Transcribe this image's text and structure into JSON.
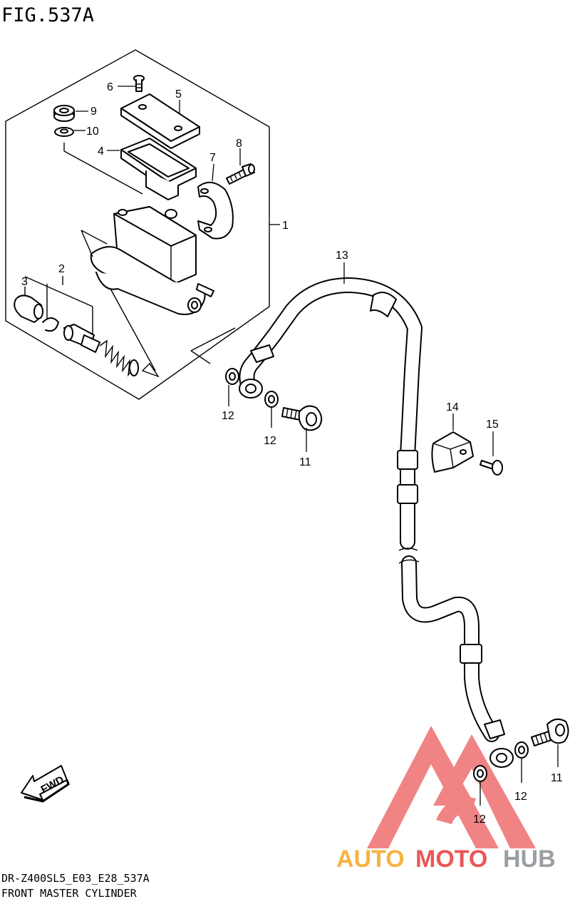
{
  "figure": {
    "title": "FIG.537A",
    "model_code": "DR-Z400SL5_E03_E28_537A",
    "caption": "FRONT MASTER CYLINDER"
  },
  "callouts": {
    "c1": "1",
    "c2": "2",
    "c3": "3",
    "c4": "4",
    "c5": "5",
    "c6": "6",
    "c7": "7",
    "c8": "8",
    "c9": "9",
    "c10": "10",
    "c11a": "11",
    "c11b": "11",
    "c12a": "12",
    "c12b": "12",
    "c12c": "12",
    "c12d": "12",
    "c13": "13",
    "c14": "14",
    "c15": "15"
  },
  "fwd_label": "FWD",
  "watermark": {
    "brand_part1": "AUTO",
    "brand_part2": "MOTO",
    "brand_part3": "HUB",
    "colors": {
      "orange": "#f5a623",
      "red": "#e8393c",
      "gray": "#8a8f94"
    }
  }
}
